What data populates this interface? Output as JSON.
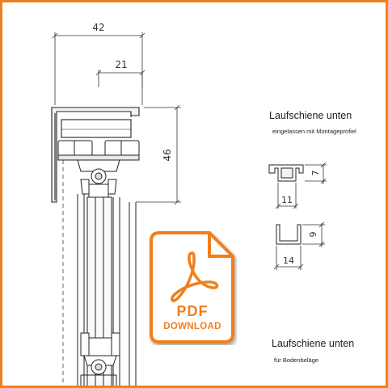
{
  "frame_color": "#f07f1e",
  "dimensions": {
    "overall_width": "42",
    "half_width": "21",
    "height": "46"
  },
  "section1": {
    "title": "Laufschiene unten",
    "subtitle": "eingelassen mit Montageprofiel",
    "profile_width": "11",
    "profile_height": "7"
  },
  "section2": {
    "title": "Laufschiene unten",
    "subtitle": "für Bodenbeläge",
    "profile_width": "14",
    "profile_height": "9"
  },
  "pdf": {
    "label": "PDF",
    "action": "DOWNLOAD",
    "icon": "acrobat-pdf-icon",
    "accent": "#f07f1e"
  }
}
